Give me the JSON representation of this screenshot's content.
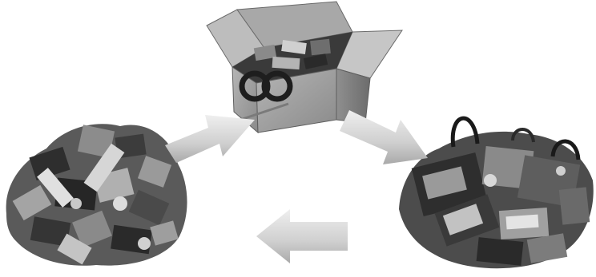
{
  "scene": {
    "description_icons": [
      "wrapper-pile",
      "collection-box",
      "bags-and-products",
      "arrow"
    ],
    "colors": {
      "background": "#ffffff",
      "arrow_light": "#e2e2e2",
      "arrow_dark": "#a9a9a9",
      "box_face": "#9c9c9c",
      "box_side": "#7e7e7e",
      "pile_dark": "#3a3a3a",
      "pile_mid": "#7a7a7a"
    },
    "box_logo_glyph": "∞"
  }
}
